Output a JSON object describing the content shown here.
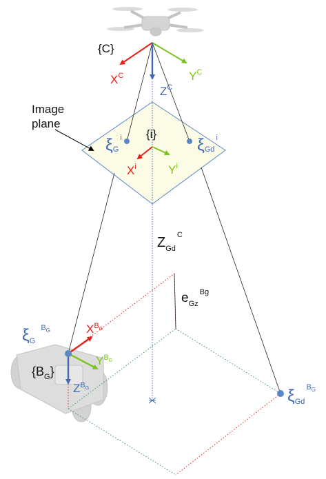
{
  "labels": {
    "camera_frame": "{C}",
    "cam_x": "X",
    "cam_x_sup": "C",
    "cam_y": "Y",
    "cam_y_sup": "C",
    "cam_z": "Z",
    "cam_z_sup": "C",
    "image_plane_line1": "Image",
    "image_plane_line2": "plane",
    "image_frame": "{i}",
    "img_x": "X",
    "img_x_sup": "i",
    "img_y": "Y",
    "img_y_sup": "i",
    "xi_g_img": "ξ",
    "xi_g_img_sub": "G",
    "xi_g_img_sup": "i",
    "xi_gd_img": "ξ",
    "xi_gd_img_sub": "Gd",
    "xi_gd_img_sup": "i",
    "z_gd": "Z",
    "z_gd_sub": "Gd",
    "z_gd_sup": "C",
    "e_gz": "e",
    "e_gz_sub": "Gz",
    "e_gz_sup": "Bg",
    "xi_g_body": "ξ",
    "xi_g_body_sub": "G",
    "xi_g_body_sup": "B",
    "xi_g_body_sup_sub": "G",
    "body_frame": "{B",
    "body_frame_sub": "G",
    "body_frame_close": "}",
    "body_x": "X",
    "body_x_sup": "B",
    "body_x_sup_sub": "G",
    "body_y": "Y",
    "body_y_sup": "B",
    "body_y_sup_sub": "G",
    "body_z": "Z",
    "body_z_sup": "B",
    "body_z_sup_sub": "G",
    "xi_gd_ground": "ξ",
    "xi_gd_ground_sub": "Gd",
    "xi_gd_ground_sup": "B",
    "xi_gd_ground_sup_sub": "G"
  },
  "colors": {
    "x_axis": "#e8201c",
    "y_axis": "#7cc41f",
    "z_axis": "#3f69b0",
    "plane_fill": "#fbfbe6",
    "plane_stroke": "#5b87c4",
    "point_fill": "#5b87c4",
    "label_blue": "#3f69b0",
    "dotted_green": "#3c9a5b",
    "dotted_red": "#e8201c"
  },
  "icons": [
    "drone-icon",
    "ground-robot-icon"
  ]
}
